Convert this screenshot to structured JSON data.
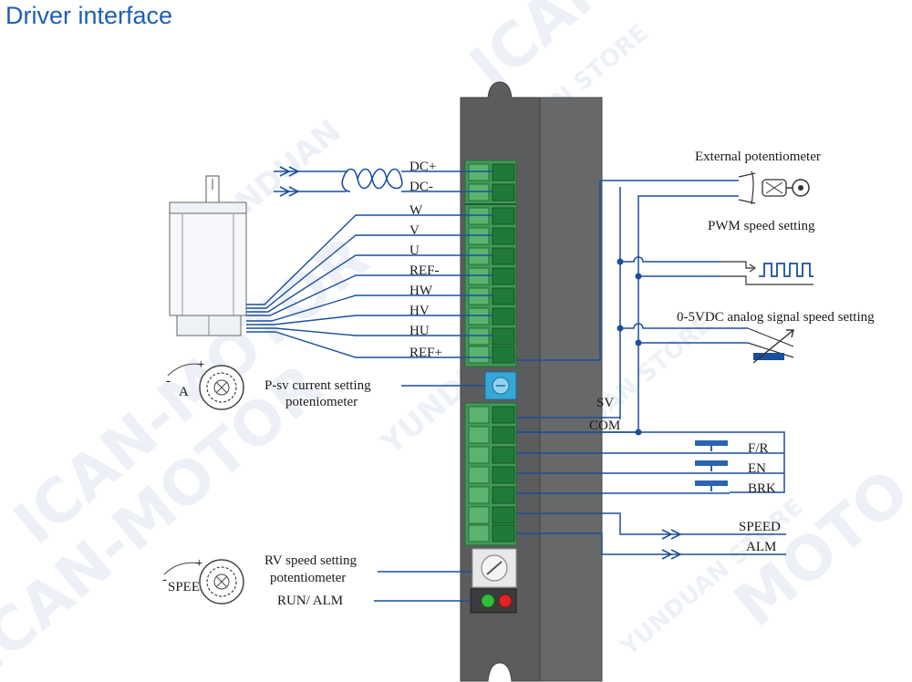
{
  "title": "Driver interface",
  "colors": {
    "title": "#1e5fb3",
    "wire": "#1b4f9c",
    "driver_body": "#5a5c5e",
    "terminal_green": "#2f9a4c",
    "led_green": "#2fbf3a",
    "led_red": "#e02424",
    "switch_blue": "#2b63b3"
  },
  "watermarks": [
    "YUNDUAN",
    "ICAN-MOTOR",
    "YUNDUAN",
    "ICAN-MOTOR",
    "YUNDUAN STORE",
    "YUNDUAN STORE",
    "ICAN-MOTOR",
    "YUNDUAN STORE",
    "MOTO"
  ],
  "labels": {
    "dc_plus": "DC+",
    "dc_minus": "DC-",
    "w": "W",
    "v": "V",
    "u": "U",
    "ref_minus": "REF-",
    "hw": "HW",
    "hv": "HV",
    "hu": "HU",
    "ref_plus": "REF+",
    "p_sv_1": "P-sv current setting",
    "p_sv_2": "poteniometer",
    "sv": "SV",
    "com": "COM",
    "fr": "F/R",
    "en": "EN",
    "brk": "BRK",
    "speed": "SPEED",
    "alm": "ALM",
    "rv_1": "RV speed setting",
    "rv_2": "potentiometer",
    "run_alm": "RUN/ ALM",
    "ext_pot": "External potentiometer",
    "pwm": "PWM speed setting",
    "analog": "0-5VDC analog signal speed setting",
    "knob_a": "A",
    "knob_speed": "SPEED",
    "minus": "-",
    "plus": "+"
  }
}
